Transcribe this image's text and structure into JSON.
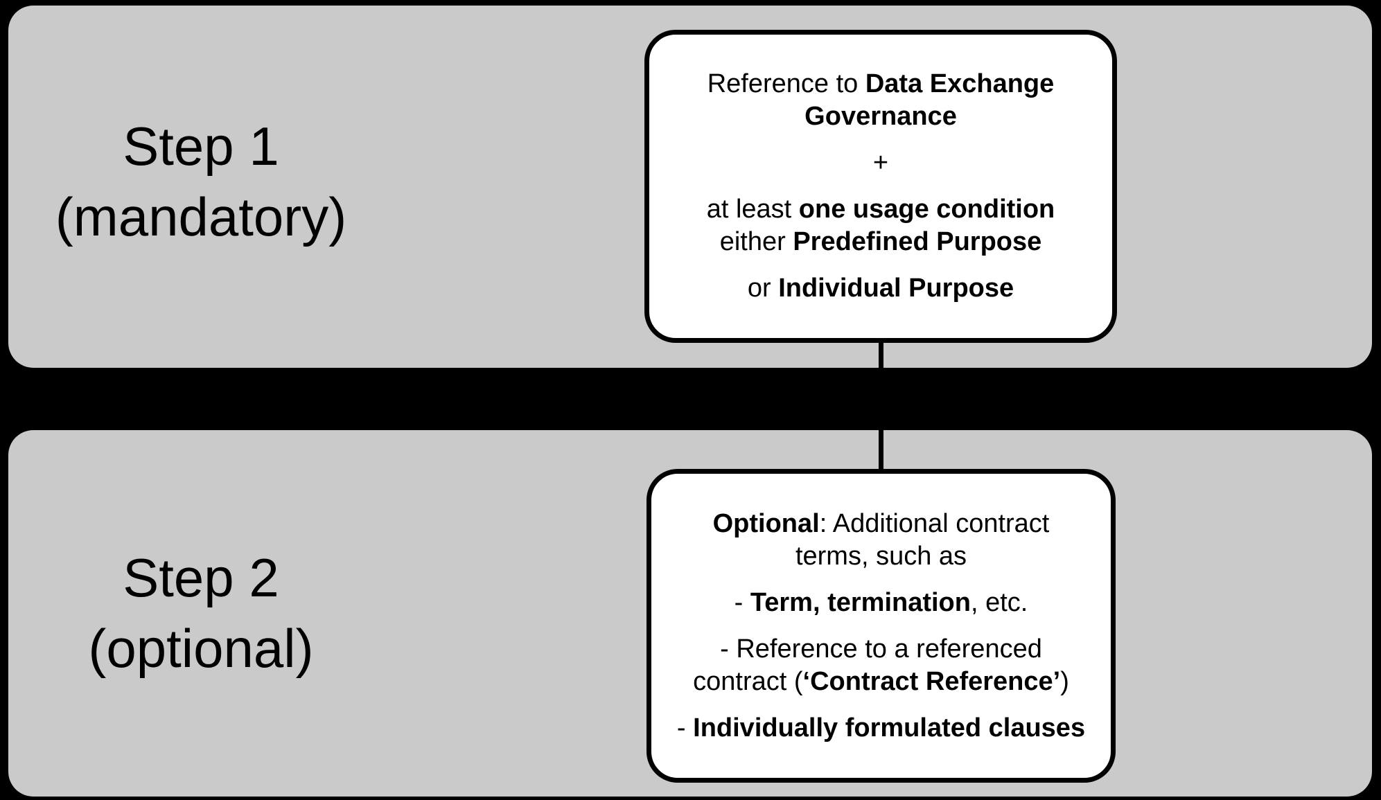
{
  "diagram": {
    "colors": {
      "background": "#000000",
      "panel": "#cacaca",
      "box": "#ffffff",
      "ink": "#000000"
    },
    "steps": [
      {
        "id": "step-1",
        "label_lines": [
          "Step 1",
          "(mandatory)"
        ],
        "box_lines": [
          {
            "para": false,
            "segments": [
              {
                "t": "Reference to ",
                "b": false
              },
              {
                "t": "Data Exchange",
                "b": true
              }
            ]
          },
          {
            "para": false,
            "segments": [
              {
                "t": "Governance",
                "b": true
              }
            ]
          },
          {
            "para": true,
            "segments": [
              {
                "t": "+",
                "b": false
              }
            ]
          },
          {
            "para": true,
            "segments": [
              {
                "t": "at least ",
                "b": false
              },
              {
                "t": "one usage condition",
                "b": true
              }
            ]
          },
          {
            "para": false,
            "segments": [
              {
                "t": "either ",
                "b": false
              },
              {
                "t": "Predefined Purpose",
                "b": true
              }
            ]
          },
          {
            "para": true,
            "segments": [
              {
                "t": "or ",
                "b": false
              },
              {
                "t": "Individual Purpose",
                "b": true
              }
            ]
          }
        ]
      },
      {
        "id": "step-2",
        "label_lines": [
          "Step 2",
          "(optional)"
        ],
        "box_lines": [
          {
            "para": false,
            "segments": [
              {
                "t": "Optional",
                "b": true
              },
              {
                "t": ": Additional contract",
                "b": false
              }
            ]
          },
          {
            "para": false,
            "segments": [
              {
                "t": "terms, such as",
                "b": false
              }
            ]
          },
          {
            "para": true,
            "segments": [
              {
                "t": "- ",
                "b": false
              },
              {
                "t": "Term, termination",
                "b": true
              },
              {
                "t": ", etc.",
                "b": false
              }
            ]
          },
          {
            "para": true,
            "segments": [
              {
                "t": "- Reference to a referenced",
                "b": false
              }
            ]
          },
          {
            "para": false,
            "segments": [
              {
                "t": "contract (",
                "b": false
              },
              {
                "t": "‘Contract Reference’",
                "b": true
              },
              {
                "t": ")",
                "b": false
              }
            ]
          },
          {
            "para": true,
            "segments": [
              {
                "t": "- ",
                "b": false
              },
              {
                "t": "Individually formulated clauses",
                "b": true
              }
            ]
          }
        ]
      }
    ]
  }
}
